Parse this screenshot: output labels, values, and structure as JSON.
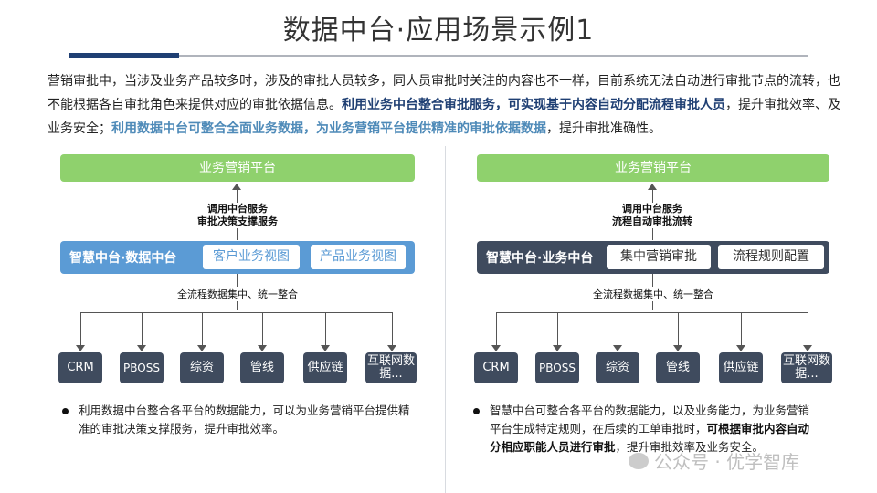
{
  "title": "数据中台·应用场景示例1",
  "intro": {
    "part1": "营销审批中，当涉及业务产品较多时，涉及的审批人员较多，同人员审批时关注的内容也不一样，目前系统无法自动进行审批节点的流转，也不能根据各自审批角色来提供对应的审批依据信息。",
    "part2": "利用业务中台整合审批服务，可实现基于内容自动分配流程审批人员",
    "part3": "，提升审批效率、及业务安全；",
    "part4": "利用数据中台可整合全面业务数据，为业务营销平台提供精准的审批依据数据",
    "part5": "，提升审批准确性。"
  },
  "left": {
    "platform": "业务营销平台",
    "service_line1": "调用中台服务",
    "service_line2": "审批决策支撑服务",
    "hub_name": "智慧中台·数据中台",
    "chip1": "客户业务视图",
    "chip2": "产品业务视图",
    "collect_label": "全流程数据集中、统一整合",
    "sources": [
      "CRM",
      "PBOSS",
      "综资",
      "管线",
      "供应链",
      "互联网数据..."
    ],
    "bullet": "利用数据中台整合各平台的数据能力，可以为业务营销平台提供精准的审批决策支撑服务，提升审批效率。"
  },
  "right": {
    "platform": "业务营销平台",
    "service_line1": "调用中台服务",
    "service_line2": "流程自动审批流转",
    "hub_name": "智慧中台·业务中台",
    "chip1": "集中营销审批",
    "chip2": "流程规则配置",
    "collect_label": "全流程数据集中、统一整合",
    "sources": [
      "CRM",
      "PBOSS",
      "综资",
      "管线",
      "供应链",
      "互联网数据..."
    ],
    "bullet_part1": "智慧中台可整合各平台的数据能力，以及业务能力，为业务营销平台生成特定规则，在后续的工单审批时，",
    "bullet_bold": "可根据审批内容自动分相应职能人员进行审批",
    "bullet_part2": "，提升审批效率及业务安全。"
  },
  "watermark": "公众号 · 优学智库",
  "colors": {
    "platform_green": "#8fd16d",
    "data_hub_blue": "#5b9bd5",
    "biz_hub_dark": "#3f4b5e",
    "accent_navy": "#1f3f73"
  }
}
